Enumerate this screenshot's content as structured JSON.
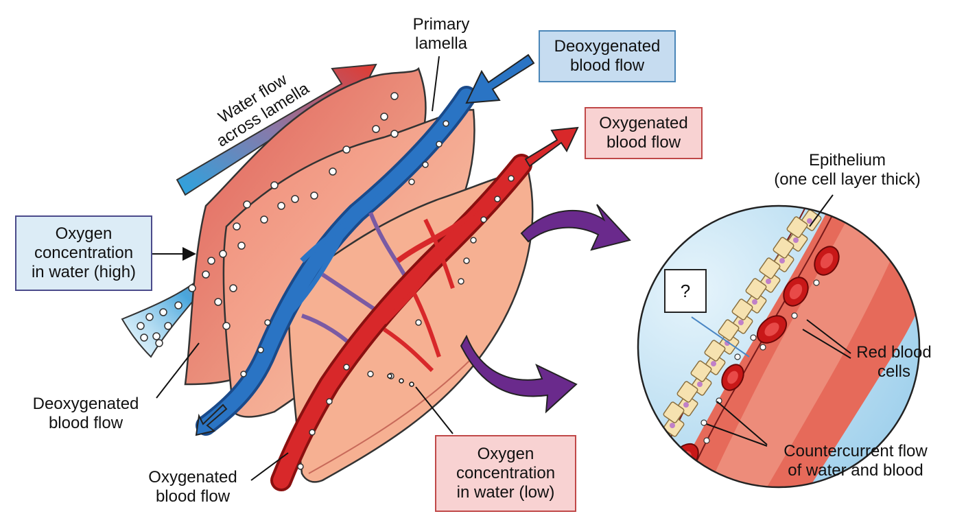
{
  "labels": {
    "primary_lamella": [
      "Primary",
      "lamella"
    ],
    "deoxygenated_top": [
      "Deoxygenated",
      "blood flow"
    ],
    "oxygenated_top": [
      "Oxygenated",
      "blood flow"
    ],
    "water_flow": [
      "Water flow",
      "across lamella"
    ],
    "oxygen_high": [
      "Oxygen",
      "concentration",
      "in water (high)"
    ],
    "deoxygenated_bottom": [
      "Deoxygenated",
      "blood flow"
    ],
    "oxygenated_bottom": [
      "Oxygenated",
      "blood flow"
    ],
    "oxygen_low": [
      "Oxygen",
      "concentration",
      "in water (low)"
    ],
    "epithelium": [
      "Epithelium",
      "(one cell layer thick)"
    ],
    "question": "?",
    "red_blood_cells": [
      "Red blood",
      "cells"
    ],
    "countercurrent": [
      "Countercurrent flow",
      "of water and blood"
    ]
  },
  "colors": {
    "oxygenated": "#d8282a",
    "deoxygenated": "#1f64b4",
    "water": "#4aa8dc",
    "tissue": "#f0a08a",
    "callout_arrow": "#6a2a8c"
  }
}
